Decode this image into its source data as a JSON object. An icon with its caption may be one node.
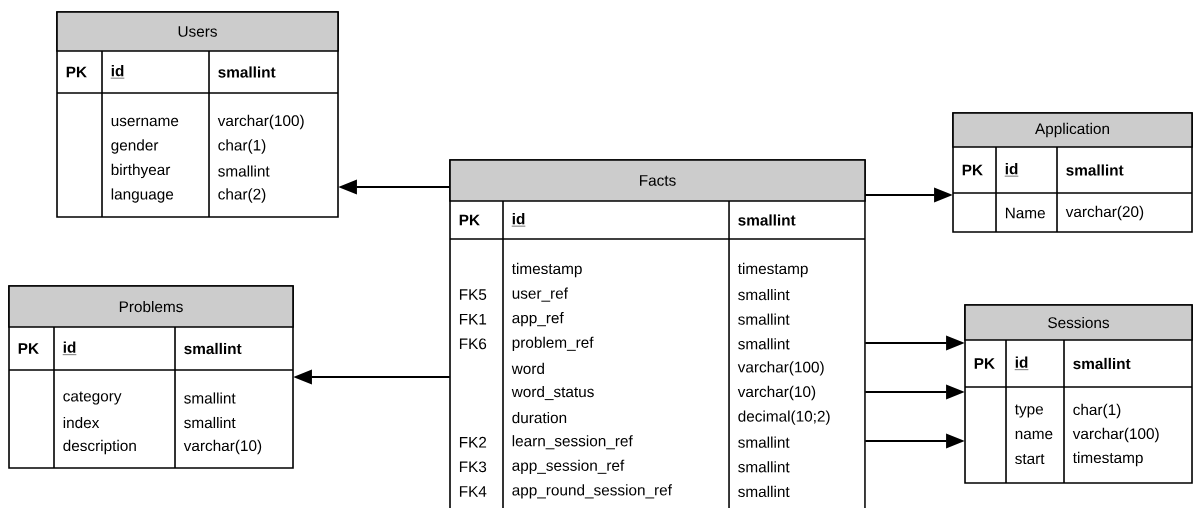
{
  "diagram": {
    "nodes": [
      {
        "text": [
          "Users",
          "PK",
          "id",
          "smallint",
          "username",
          "varchar(100)",
          "gender",
          "char(1)",
          "birthyear",
          "smallint",
          "language",
          "char(2)"
        ]
      },
      {
        "text": [
          "Application",
          "PK",
          "id",
          "smallint",
          "Name",
          "varchar(20)"
        ]
      },
      {
        "text": [
          "Facts",
          "PK",
          "id",
          "smallint",
          "timestamp",
          "timestamp",
          "FK5",
          "user_ref",
          "smallint",
          "FK1",
          "app_ref",
          "smallint",
          "FK6",
          "problem_ref",
          "smallint",
          "word",
          "varchar(100)",
          "word_status",
          "varchar(10)",
          "duration",
          "decimal(10;2)",
          "FK2",
          "learn_session_ref",
          "smallint",
          "FK3",
          "app_session_ref",
          "smallint",
          "FK4",
          "app_round_session_ref",
          "smallint"
        ]
      },
      {
        "text": [
          "Problems",
          "PK",
          "id",
          "smallint",
          "category",
          "smallint",
          "index",
          "smallint",
          "description",
          "varchar(10)"
        ]
      },
      {
        "text": [
          "Sessions",
          "PK",
          "id",
          "smallint",
          "type",
          "char(1)",
          "name",
          "varchar(100)",
          "start",
          "timestamp"
        ]
      }
    ],
    "edges": [
      {
        "from": 2,
        "to": 0,
        "arrow": "to"
      },
      {
        "from": 2,
        "to": 1,
        "arrow": "to"
      },
      {
        "from": 2,
        "to": 3,
        "arrow": "to"
      },
      {
        "from": 2,
        "to": 4,
        "arrow": "to"
      },
      {
        "from": 2,
        "to": 4,
        "arrow": "to"
      },
      {
        "from": 2,
        "to": 4,
        "arrow": "to"
      }
    ]
  }
}
